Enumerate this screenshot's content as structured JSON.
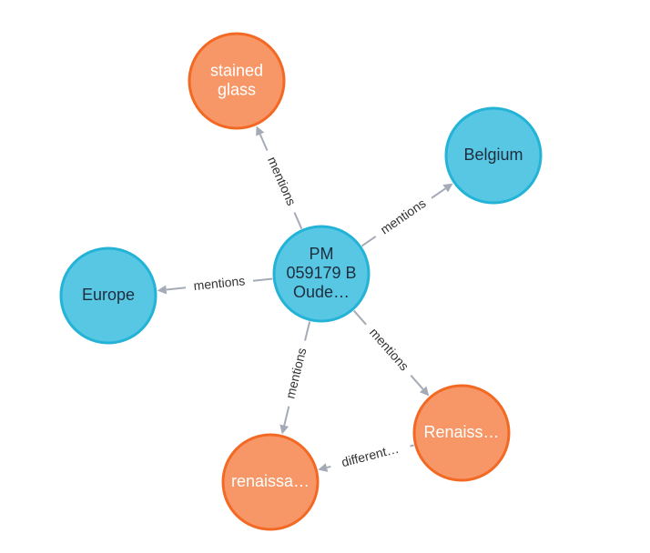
{
  "graph": {
    "colors": {
      "blue_fill": "#57c7e3",
      "blue_stroke": "#23b3d7",
      "orange_fill": "#f79767",
      "orange_stroke": "#f36924",
      "edge": "#a5abb6",
      "dark_text": "#1f2d3d",
      "light_text": "#ffffff"
    },
    "nodes": [
      {
        "id": "pm",
        "lines": [
          "PM",
          "059179 B",
          "Oude…"
        ],
        "category": "blue"
      },
      {
        "id": "stained",
        "lines": [
          "stained",
          "glass"
        ],
        "category": "orange"
      },
      {
        "id": "belgium",
        "lines": [
          "Belgium"
        ],
        "category": "blue"
      },
      {
        "id": "europe",
        "lines": [
          "Europe"
        ],
        "category": "blue"
      },
      {
        "id": "renaiss_upper",
        "lines": [
          "Renaiss…"
        ],
        "category": "orange"
      },
      {
        "id": "renaissa_lower",
        "lines": [
          "renaissa…"
        ],
        "category": "orange"
      }
    ],
    "edges": [
      {
        "from": "pm",
        "to": "stained",
        "label": "mentions"
      },
      {
        "from": "pm",
        "to": "belgium",
        "label": "mentions"
      },
      {
        "from": "pm",
        "to": "europe",
        "label": "mentions"
      },
      {
        "from": "pm",
        "to": "renaissa_lower",
        "label": "mentions"
      },
      {
        "from": "pm",
        "to": "renaiss_upper",
        "label": "mentions"
      },
      {
        "from": "renaiss_upper",
        "to": "renaissa_lower",
        "label": "different…"
      }
    ]
  }
}
